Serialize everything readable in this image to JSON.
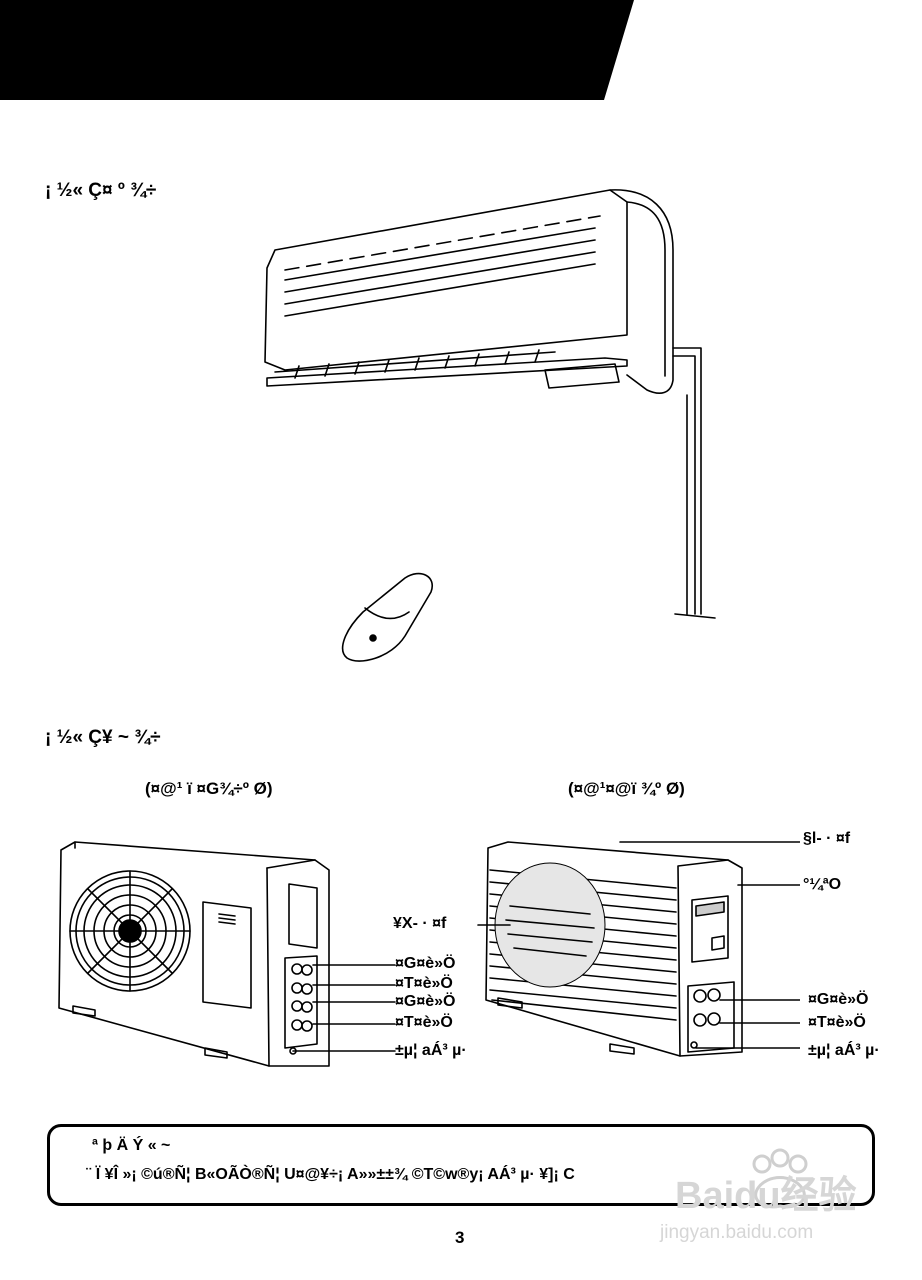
{
  "header": {
    "bar_color": "#000000"
  },
  "sections": {
    "indoor_title": "¡ ½« Ç¤ º ¾÷",
    "outdoor_title": "¡ ½« Ç¥ ~ ¾÷"
  },
  "outdoor": {
    "left_caption": "(¤@¹ ï ¤G¾÷º Ø)",
    "right_caption": "(¤@¹¤@ï   ¾º Ø)",
    "left_labels": [
      "¤G¤è»Ö",
      "¤T¤è»Ö",
      "¤G¤è»Ö",
      "¤T¤è»Ö",
      "±µ¦ aÁ³ µ·"
    ],
    "right_labels": {
      "top": "§l- · ¤f",
      "second": "°¼ªO",
      "outlet": "¥X- · ¤f",
      "valve1": "¤G¤è»Ö",
      "valve2": "¤T¤è»Ö",
      "ground": "±µ¦ aÁ³ µ·"
    }
  },
  "note": {
    "title": "ª þ Ä Ý « ~",
    "text": "¨ Ï ¥Î »¡ ©ú®Ñ¦ B«ОÃÒ®Ñ¦ U¤@¥÷¡ A»»±±¾ ©T©w®y¡ AÁ³ µ· ¥]¡ C"
  },
  "page_number": "3",
  "watermark": {
    "brand": "Baidu经验",
    "url": "jingyan.baidu.com"
  }
}
